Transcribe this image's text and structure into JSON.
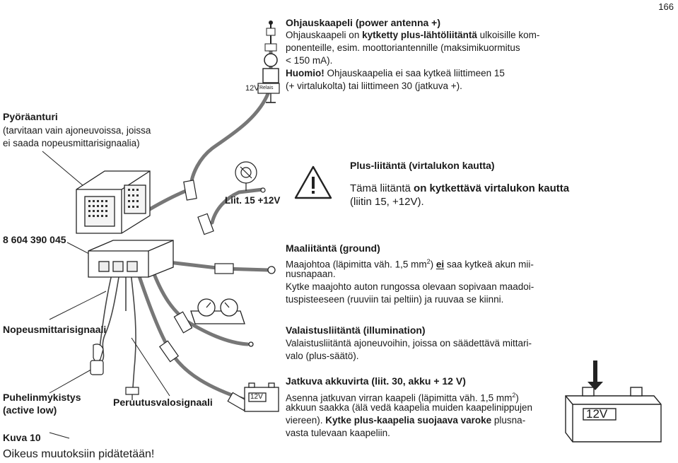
{
  "page_number": "166",
  "figure_number": "Kuva 10",
  "footer_note": "Oikeus muutoksiin pidätetään!",
  "part_number": "8 604 390 045",
  "labels": {
    "wheel_sensor_title": "Pyöräanturi",
    "wheel_sensor_desc_1": "(tarvitaan vain ajoneuvoissa, joissa",
    "wheel_sensor_desc_2": "ei saada nopeusmittarisignaalia)",
    "speed_signal": "Nopeusmittarisignaali",
    "phone_mute_1": "Puhelinmykistys",
    "phone_mute_2": "(active low)",
    "reverse_signal": "Peruutusvalosignaali",
    "liit15": "Liit. 15 +12V",
    "relay_12v": "12V",
    "relay_box": "Relais",
    "battery_label_small": "12V",
    "battery_label_big": "12V"
  },
  "sections": {
    "antenna": {
      "title": "Ohjauskaapeli (power antenna +)",
      "line1_a": "Ohjauskaapeli on ",
      "line1_b": "kytketty plus-lähtöliitäntä",
      "line1_c": " ulkoisille kom-",
      "line2": "ponenteille, esim. moottoriantennille (maksimikuormitus",
      "line3": "< 150 mA).",
      "line4_a": "Huomio!",
      "line4_b": " Ohjauskaapelia ei saa kytkeä liittimeen 15",
      "line5": "(+ virtalukolta) tai liittimeen 30 (jatkuva +)."
    },
    "plus": {
      "title": "Plus-liitäntä (virtalukon kautta)",
      "line1_a": "Tämä liitäntä ",
      "line1_b": "on kytkettävä virtalukon kautta",
      "line2": "(liitin 15, +12V)."
    },
    "ground": {
      "title": "Maaliitäntä (ground)",
      "line1_a": "Maajohtoa (läpimitta väh. 1,5 mm",
      "line1_sup": "2",
      "line1_b": ") ",
      "line1_c": "ei",
      "line1_d": " saa kytkeä akun mii-",
      "line2": "nusnapaan.",
      "line3": "Kytke maajohto auton rungossa olevaan sopivaan maadoi-",
      "line4": "tuspisteeseen (ruuviin tai peltiin) ja ruuvaa se kiinni."
    },
    "illumination": {
      "title": "Valaistusliitäntä (illumination)",
      "line1": "Valaistusliitäntä ajoneuvoihin, joissa on säädettävä mittari-",
      "line2": "valo (plus-säätö)."
    },
    "battery": {
      "title": "Jatkuva akkuvirta (liit. 30, akku + 12 V)",
      "line1_a": "Asenna jatkuvan virran kaapeli (läpimitta väh. 1,5 mm",
      "line1_sup": "2",
      "line1_b": ")",
      "line2": "akkuun saakka (älä vedä kaapelia muiden kaapelinippujen",
      "line3": "viereen). ",
      "line3_bold": "Kytke plus-kaapelia suojaava varoke",
      "line3_c": " plusna-",
      "line4": "vasta tulevaan kaapeliin."
    }
  }
}
